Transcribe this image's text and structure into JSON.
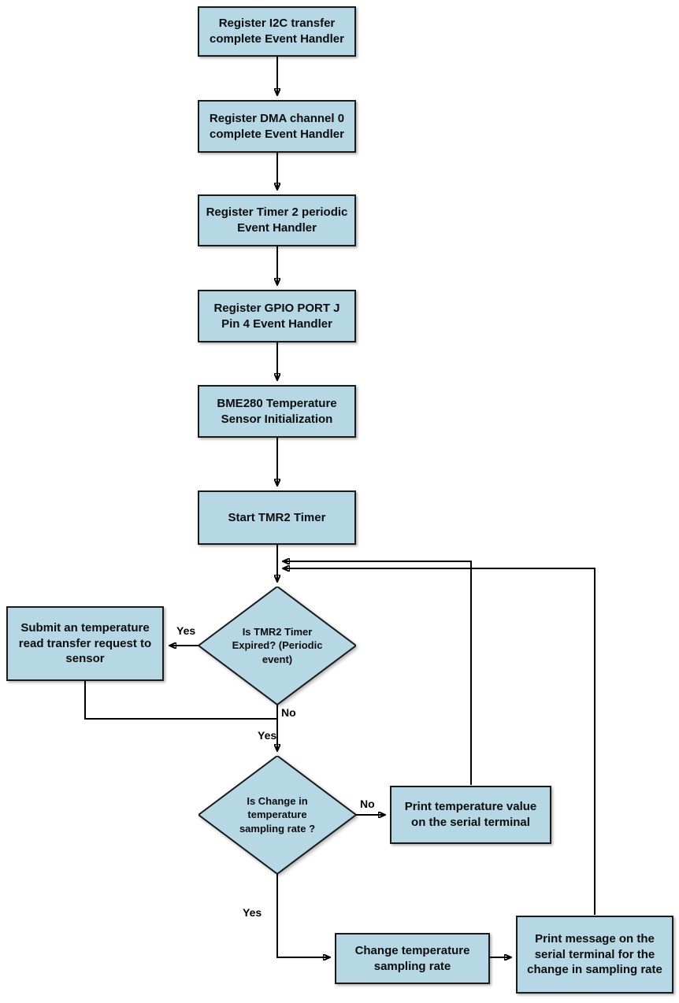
{
  "diagram": {
    "type": "flowchart",
    "colors": {
      "node_fill": "#b5d8e4",
      "node_border": "#1a1a1a",
      "connector": "#000000",
      "background": "#ffffff"
    },
    "nodes": {
      "register_i2c": {
        "label": "Register I2C transfer complete Event Handler",
        "shape": "rect"
      },
      "register_dma": {
        "label": "Register DMA channel 0 complete Event Handler",
        "shape": "rect"
      },
      "register_timer2": {
        "label": "Register Timer 2 periodic Event Handler",
        "shape": "rect"
      },
      "register_gpio": {
        "label": "Register GPIO PORT J Pin 4 Event Handler",
        "shape": "rect"
      },
      "bme280_init": {
        "label": "BME280 Temperature Sensor Initialization",
        "shape": "rect"
      },
      "start_tmr2": {
        "label": "Start TMR2 Timer",
        "shape": "rect"
      },
      "tmr2_expired": {
        "label": "Is TMR2 Timer Expired? (Periodic event)",
        "shape": "diamond"
      },
      "submit_read": {
        "label": "Submit an temperature read transfer request to sensor",
        "shape": "rect"
      },
      "change_check": {
        "label": "Is Change in temperature sampling rate ?",
        "shape": "diamond"
      },
      "print_temp": {
        "label": "Print temperature value on the serial terminal",
        "shape": "rect"
      },
      "change_rate": {
        "label": "Change temperature sampling rate",
        "shape": "rect"
      },
      "print_message": {
        "label": "Print message on the serial terminal for the change in sampling rate",
        "shape": "rect"
      }
    },
    "edge_labels": {
      "yes_tmr2": "Yes",
      "no_tmr2": "No",
      "yes_merge": "Yes",
      "no_change": "No",
      "yes_change": "Yes"
    }
  }
}
